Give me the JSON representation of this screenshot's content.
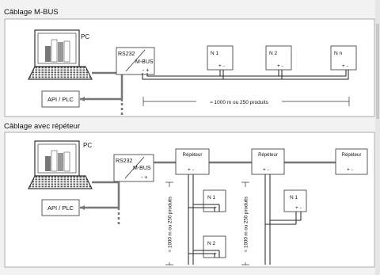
{
  "section1": {
    "title": "Câblage M-BUS",
    "pc_label": "PC",
    "api_label": "API / PLC",
    "converter": {
      "top": "RS232",
      "bottom": "M-BUS",
      "terminals": "- +"
    },
    "nodes": [
      {
        "label": "N 1",
        "terminals": "+ -"
      },
      {
        "label": "N 2",
        "terminals": "+ -"
      },
      {
        "label": "N n",
        "terminals": "+ -"
      }
    ],
    "distance_label": "≈ 1000 m ou 250 produits"
  },
  "section2": {
    "title": "Câblage avec répéteur",
    "pc_label": "PC",
    "api_label": "API / PLC",
    "converter": {
      "top": "RS232",
      "bottom": "M-BUS",
      "terminals": "- +"
    },
    "repeaters": [
      {
        "label": "Répéteur",
        "terminals": "+ -"
      },
      {
        "label": "Répéteur",
        "terminals": "+ -"
      },
      {
        "label": "Répéteur",
        "terminals": "+ -"
      }
    ],
    "nodes": [
      {
        "label": "N 1",
        "terminals": "+ -"
      },
      {
        "label": "N 2",
        "terminals": "+ -"
      },
      {
        "label": "N 1",
        "terminals": "+ -"
      }
    ],
    "vertical_label_1": "≈ 1000 m ou 250 produits",
    "vertical_label_2": "≈ 1000 m ou 250 produits"
  }
}
